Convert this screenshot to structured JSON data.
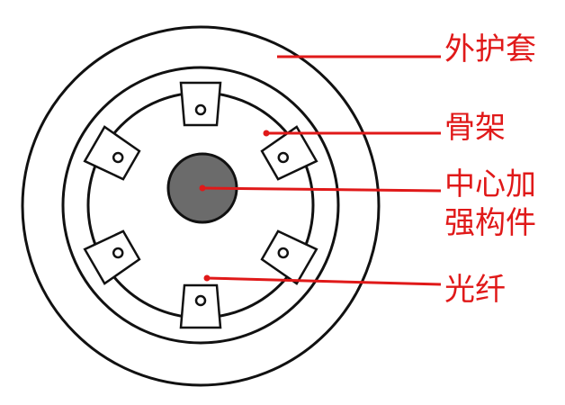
{
  "labels": {
    "jacket": "外护套",
    "skeleton": "骨架",
    "strength_member_line1": "中心加",
    "strength_member_line2": "强构件",
    "fiber": "光纤"
  },
  "colors": {
    "outline": "#111111",
    "leader": "#e01919",
    "label": "#e01919",
    "core": "#6b6b6b",
    "background": "#ffffff"
  }
}
